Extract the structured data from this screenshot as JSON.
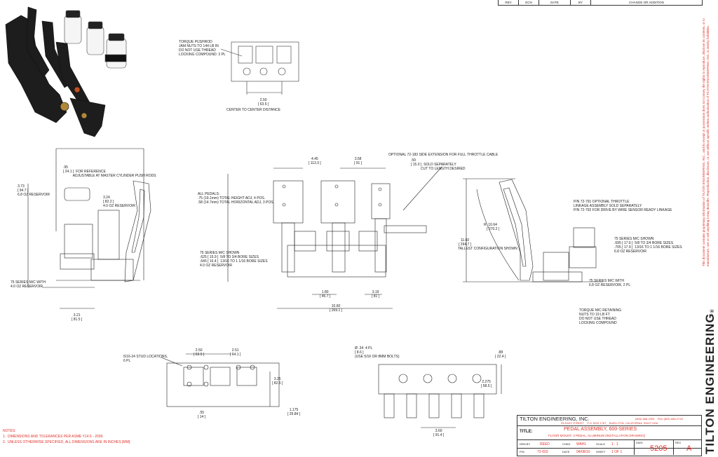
{
  "revision_table": {
    "headers": [
      "REV",
      "ECN",
      "DATE",
      "BY",
      "CHANGE OR ADDITION"
    ]
  },
  "notes": {
    "title": "NOTES:",
    "items": [
      "1.  DIMENSIONS AND TOLERANCES PER ASME Y14.5 - 2009.",
      "2.  UNLESS OTHERWISE SPECIFIED, ALL DIMENSIONS ARE IN INCHES [MM]."
    ]
  },
  "callouts": {
    "torque_pushrod": "TORQUE PUSHROD\nJAM NUTS TO 144 LB IN\nDO NOT USE THREAD\nLOCKING COMPOUND: 3 PL",
    "center_dim": "2.50\n[ 63.5 ]",
    "center_label": "CENTER TO CENTER DISTANCE",
    "for_reference": ".95\n[ 24.1 ]  FOR REFERENCE\n          ADJUSTABLE AT MASTER CYLINDER PUSH RODS",
    "res_left_top": "3.73\n[ 94.7 ]\n6.8 OZ RESERVOIR",
    "res_left_mid": "3.24\n[ 82.2 ]\n4.0 OZ RESERVOIR",
    "res_left_bottom": "75 SERIES M/C WITH\n4.0 OZ RESERVOIR",
    "left_bottom_dim": "3.21\n[ 81.5 ]",
    "all_pedals": "ALL PEDALS:\n.75 (19.1mm) TOTAL HEIGHT ADJ, 4 POS.\n.58 (14.7mm) TOTAL HORIZONTAL ADJ, 3 POS.",
    "front_dim_1": "4.45\n[ 113.3 ]",
    "front_dim_2": "3.58\n[ 91 ]",
    "optional_ext": "OPTIONAL 72-183 SIDE EXTENSION FOR FULL THROTTLE CABLE",
    "opt_dim": ".59\n[ 15.0 ]  SOLD SEPARATELY\n          CUT TO LENGTH DESIRED",
    "mc_front": "75 SERIES M/C SHOWN\n.625 [ 15.9 ]  5/8 TO 3/4 BORE SIZES\n.645 [ 16.4 ]  13/16 TO 1 1/16 BORE SIZES\n4.0 OZ RESERVOIR",
    "front_bot_1": "1.80\n[ 45.7 ]",
    "front_bot_2": "3.19\n[ 81 ]",
    "front_bot_3": "10.60\n[ 269.1 ]",
    "tallest_dim": "11.60\n[ 294.7 ]",
    "tallest_label": "TALLEST CONFIGURATION SHOWN",
    "r_dim": "R  10.64\n   [ 270.2 ]",
    "pn_throttle": "P/N 72-791 OPTIONAL THROTTLE\nLINKAGE ASSEMBLY SOLD SEPARATELY\nP/N 72-792 FOR DRIVE BY WIRE SENSOR READY LINKAGE",
    "mc_right": "75 SERIES M/C SHOWN\n.695 [ 17.6 ]  5/8 TO 3/4 BORE SIZES\n.705 [ 17.9 ]  13/16 TO 1 1/16 BORE SIZES\n6.8 OZ RESERVOIR",
    "mc_right_2": "75 SERIES M/C WITH\n6.8 OZ RESERVOIR, 2 PL",
    "torque_mc": "TORQUE M/C RETAINING\nNUTS TO 19 LB FT\nDO NOT USE THREAD\nLOCKING COMPOUND",
    "stud": "5/16-24 STUD LOCATIONS,\n6 PL",
    "base_dim_1": "2.50\n[ 63.5 ]",
    "base_dim_2": "2.51\n[ 64.1 ]",
    "base_dim_3": "3.25\n[ 82.5 ]",
    "base_dim_4": ".55\n[ 14 ]",
    "base_dim_5": "1.175\n[ 29.84 ]",
    "holes": "Ø .34  4 PL\n[ 8.6 ]\n(USE 5/16 OR 8MM BOLTS)",
    "side_dim_1": ".88\n[ 22.4 ]",
    "side_dim_2": "2.275\n[ 58.5 ]",
    "side_dim_3": "3.60\n[ 91.4 ]"
  },
  "title_block": {
    "company": "TILTON ENGINEERING, INC.",
    "phone": "(805) 688-2353    FAX (805) 688-2745",
    "address": "25 EASY STREET    P.O. BOX 1787    BUELLTON, CALIFORNIA  93427 USA",
    "title_label": "TITLE:",
    "title": "PEDAL ASSEMBLY, 600-SERIES",
    "subtitle": "FLOOR MOUNT, 3 PEDAL, ALUMINUM (INSTALLATION DRAWING)",
    "drn_by_label": "DRN BY",
    "drn_by": "REED",
    "chkd_label": "CHKD",
    "chkd": "WAHL",
    "scale_label": "SCALE",
    "scale": "1 : 1",
    "pn_label": "P/N",
    "pn": "72-603",
    "date_label": "DATE",
    "date": "04/08/10",
    "sheet_label": "SHEET",
    "sheet": "1 OF 1",
    "dwg_label": "DWG",
    "dwg": "5205",
    "rev_label": "REV",
    "rev": "A"
  },
  "side_panel": {
    "brand": "TILTON ENGINEERING",
    "reg": "®",
    "disclaimer": "This document contains proprietary information of TILTON ENGINEERING, INC., and its receipt or possession does not convey the rights to reproduce, disclose its contents, or to manufacture, use or sell anything it may describe. Reproduction, disclosure, or use without specific written authorization of TILTON ENGINEERING, INC. is strictly forbidden."
  }
}
